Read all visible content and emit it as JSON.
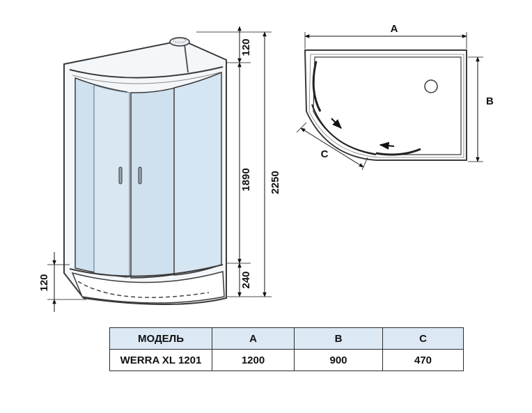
{
  "dimensions": {
    "front": {
      "top_gap": "120",
      "glass_height": "1890",
      "tray_height": "240",
      "total_height": "2250",
      "leg_height": "120"
    },
    "plan": {
      "width": "A",
      "depth": "B",
      "door": "C"
    }
  },
  "spec_table": {
    "headers": [
      "МОДЕЛЬ",
      "A",
      "B",
      "C"
    ],
    "rows": [
      {
        "model": "WERRA XL 1201",
        "a": "1200",
        "b": "900",
        "c": "470"
      }
    ]
  },
  "colors": {
    "glass": "#cfe0ef",
    "glass_light": "#e6f0f8",
    "frame": "#3a3a3a",
    "table_header": "#dce9f4"
  }
}
